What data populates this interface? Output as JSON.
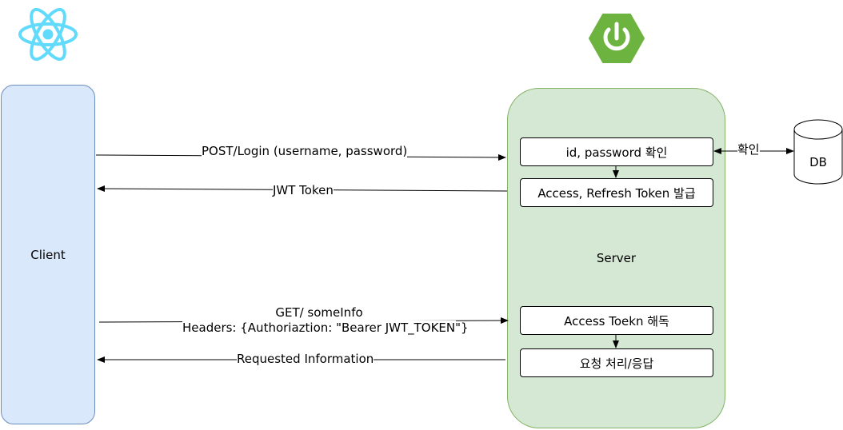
{
  "colors": {
    "client_fill": "#dae8fc",
    "client_stroke": "#6c8ebf",
    "server_fill": "#d5e8d4",
    "server_stroke": "#82b366",
    "react_logo": "#61dafb",
    "spring_logo": "#6db33f"
  },
  "icons": {
    "client_logo": "react-logo-icon",
    "server_logo": "spring-power-logo-icon",
    "db": "database-cylinder-icon"
  },
  "nodes": {
    "client": "Client",
    "server": "Server",
    "db": "DB",
    "verify_credentials": "id, password 확인",
    "issue_tokens": "Access, Refresh Token 발급",
    "decode_token": "Access Toekn 해독",
    "process_request": "요청 처리/응답"
  },
  "edges": {
    "login": "POST/Login (username, password)",
    "jwt_token": "JWT Token",
    "get_info_line1": "GET/ someInfo",
    "get_info_line2": "Headers: {Authoriaztion: \"Bearer JWT_TOKEN\"}",
    "requested_info": "Requested Information",
    "db_check": "확인"
  }
}
